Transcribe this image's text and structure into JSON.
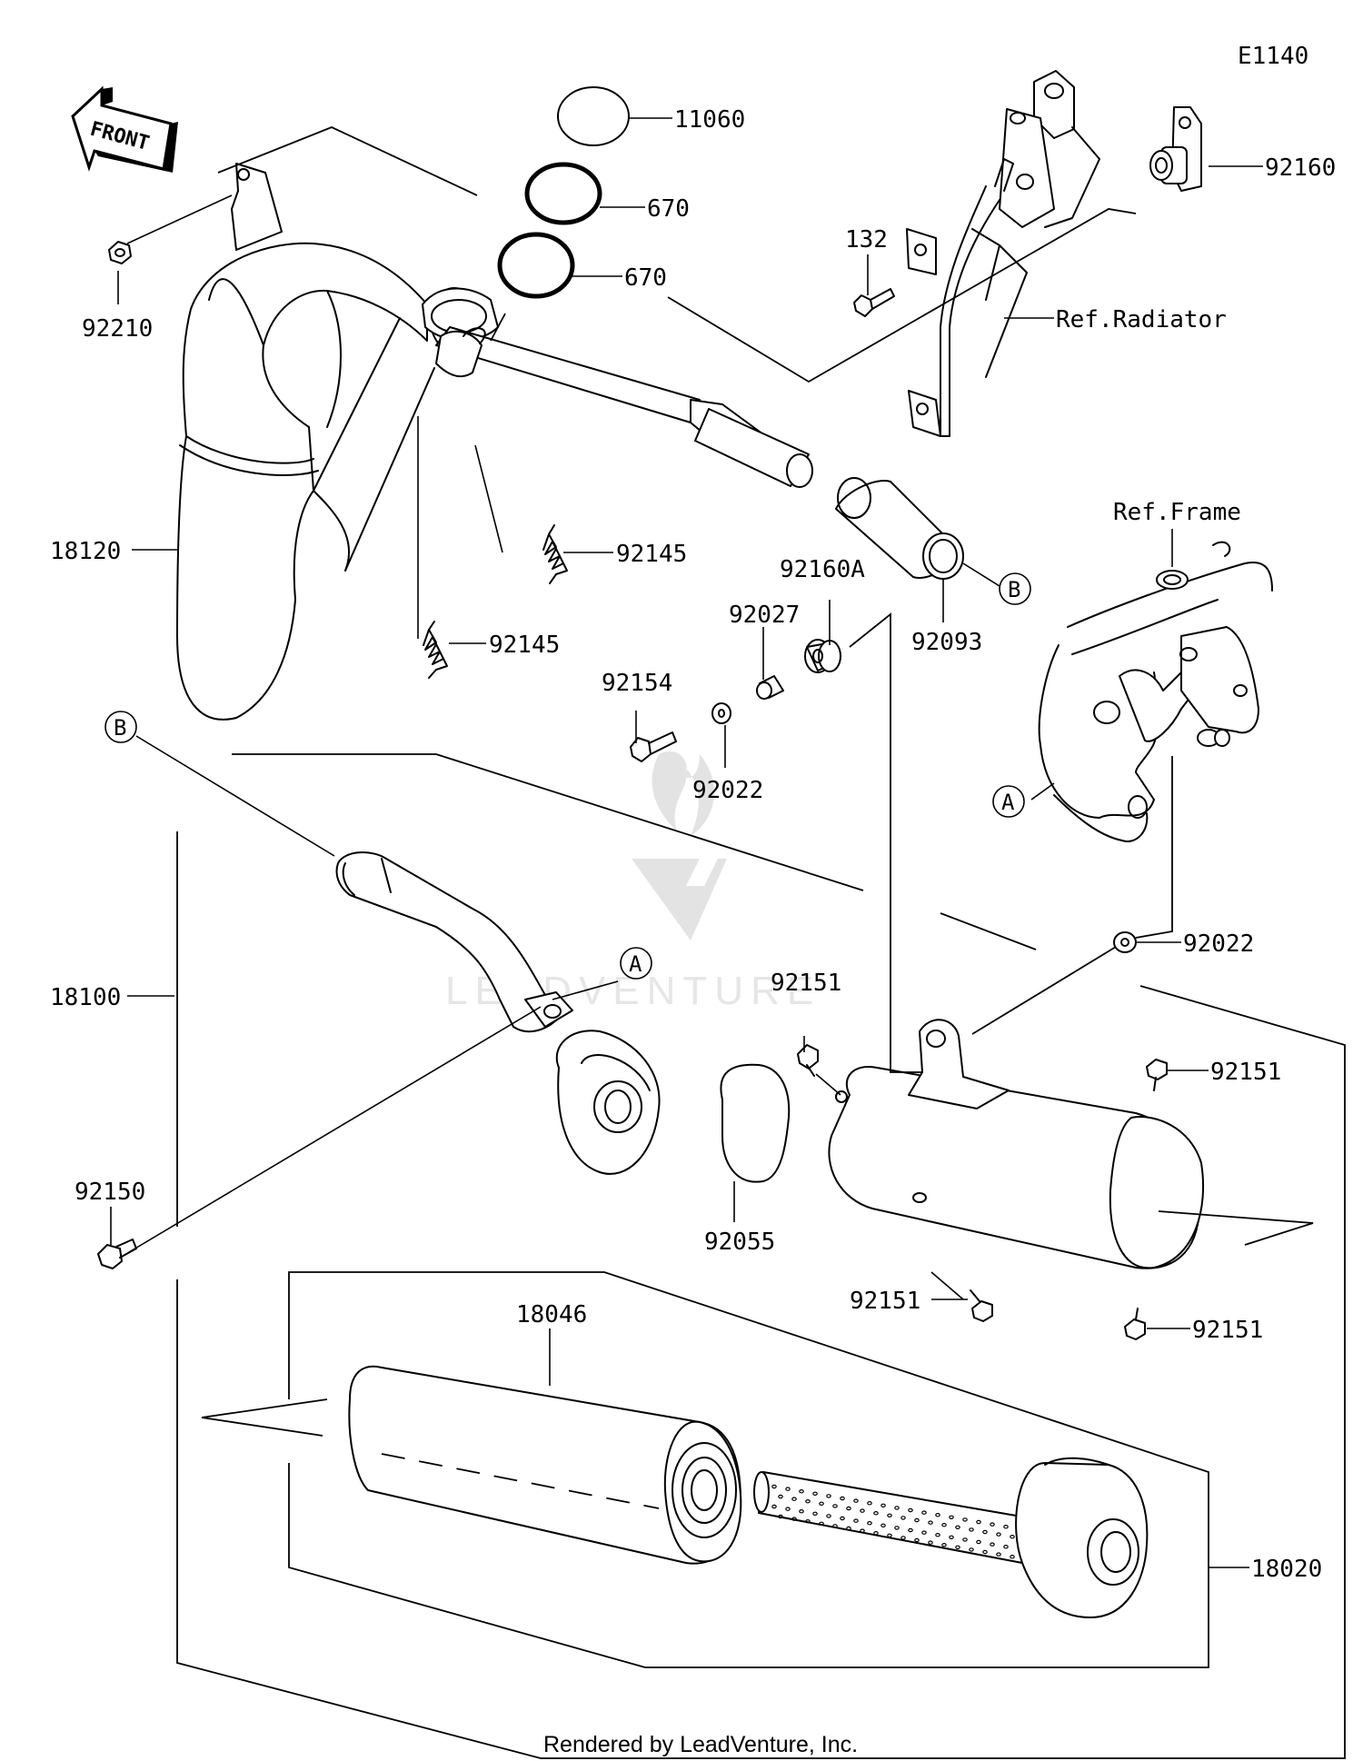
{
  "diagram_code": "E1140",
  "front_label": "FRONT",
  "footer": "Rendered by LeadVenture, Inc.",
  "watermark": "LEADVENTURE",
  "part_numbers": {
    "p11060": "11060",
    "p670a": "670",
    "p670b": "670",
    "p92160": "92160",
    "p132": "132",
    "ref_radiator": "Ref.Radiator",
    "p92210": "92210",
    "p18120": "18120",
    "p92145a": "92145",
    "p92145b": "92145",
    "p92093": "92093",
    "p92160A": "92160A",
    "p92027": "92027",
    "p92154": "92154",
    "p92022a": "92022",
    "ref_frame": "Ref.Frame",
    "p18100": "18100",
    "p92022b": "92022",
    "p92151a": "92151",
    "p92151b": "92151",
    "p92151c": "92151",
    "p92151d": "92151",
    "p92150": "92150",
    "p92055": "92055",
    "p18046": "18046",
    "p18020": "18020"
  },
  "callouts": {
    "b_top": "B",
    "b_left": "B",
    "a_right": "A",
    "a_mid": "A"
  }
}
